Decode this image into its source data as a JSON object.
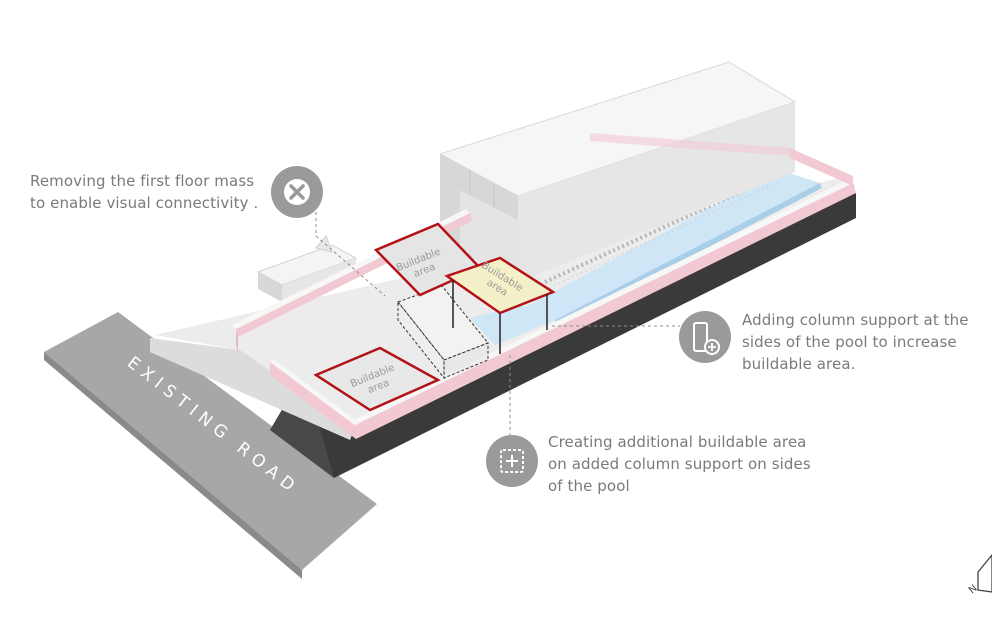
{
  "road_label": "EXISTING ROAD",
  "buildable_label_line1": "Buildable",
  "buildable_label_line2": "area",
  "annotations": {
    "remove_mass": {
      "line1": "Removing the first floor mass",
      "line2": "to enable visual connectivity ."
    },
    "column_support": {
      "line1": "Adding column support at the",
      "line2": "sides of the pool to increase",
      "line3": "buildable area."
    },
    "create_area": {
      "line1": "Creating additional buildable area",
      "line2": "on added column support on sides",
      "line3": "of the pool"
    }
  },
  "icons": {
    "remove": "close-icon",
    "column": "column-plus-icon",
    "create": "add-area-icon",
    "north": "north-arrow-icon"
  },
  "colors": {
    "buildable_outline": "#b31217",
    "parapet_wall": "#f2c9d3",
    "pool_water": "#cfe6f6",
    "road": "#a7a7a7",
    "icon_circle": "#9a9a9a",
    "annotation_text": "#7a7a7a"
  }
}
